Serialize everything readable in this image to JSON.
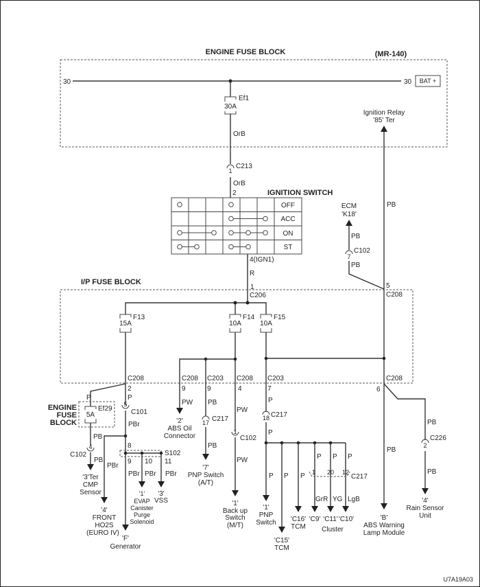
{
  "header": {
    "title": "ENGINE FUSE BLOCK",
    "model": "(MR-140)"
  },
  "engine_fuse_block": {
    "bus_left": "30",
    "bus_right": "30",
    "bat": "BAT +",
    "fuse_name": "Ef1",
    "fuse_rating": "30A",
    "wire": "OrB",
    "relay_line1": "Ignition Relay",
    "relay_line2": "'85' Ter",
    "relay_wire": "PB"
  },
  "c213": {
    "name": "C213",
    "pin": "1",
    "wire": "OrB",
    "switch_pin": "2"
  },
  "ignition_switch": {
    "title": "IGNITION SWITCH",
    "positions": [
      "OFF",
      "ACC",
      "ON",
      "ST"
    ],
    "output_pin": "4(IGN1)",
    "wire": "R"
  },
  "ecm": {
    "line1": "ECM",
    "line2": "'K18'",
    "wire_top": "PB",
    "connector": "C102",
    "pin": "7",
    "wire_bottom": "PB"
  },
  "ip_fuse_block": {
    "title": "I/P FUSE BLOCK",
    "c206_pin": "1",
    "c206": "C206",
    "c208_pin_right": "5",
    "c208_right": "C208",
    "fuses": [
      {
        "name": "F13",
        "rating": "15A"
      },
      {
        "name": "F14",
        "rating": "10A"
      },
      {
        "name": "F15",
        "rating": "10A"
      }
    ]
  },
  "outputs": {
    "f13": {
      "conn": "C208",
      "pin": "2",
      "wire": "P",
      "c101_pin": "5",
      "c101": "C101",
      "wire2": "PBr",
      "s102_in": "8",
      "s102": "S102",
      "s102_pins": [
        "9",
        "10",
        "11"
      ],
      "s102_wires": [
        "PBr",
        "PBr",
        "PBr"
      ],
      "ho2s_wire": "PBr",
      "ef29_wire": "P",
      "ef29_block": [
        "ENGINE",
        "FUSE",
        "BLOCK"
      ],
      "ef29_name": "Ef29",
      "ef29_rating": "5A",
      "ef29_wire2": "PB",
      "c102_pin": "4",
      "c102": "C102",
      "ef29_wire3": "PB",
      "cmp": [
        "'3'Ter",
        "CMP",
        "Sensor"
      ],
      "ho2s": [
        "'4'",
        "FRONT",
        "HO2S",
        "(EURO IV)"
      ],
      "generator": [
        "'F'",
        "Generator"
      ],
      "evap": [
        "'1'",
        "EVAP",
        "Canister",
        "Purge",
        "Solenoid"
      ],
      "vss": [
        "'3'",
        "VSS"
      ]
    },
    "f14": {
      "abs_conn": "C208",
      "abs_pin": "9",
      "abs_wire": "PW",
      "abs": [
        "'2'",
        "ABS Oil",
        "Connector"
      ],
      "pnp_conn": "C203",
      "pnp_pin": "9",
      "pnp_wire": "PB",
      "c217_pin": "17",
      "c217": "C217",
      "pnp_wire2": "PB",
      "pnp": [
        "'7'",
        "PNP Switch",
        "(A/T)"
      ],
      "backup_conn": "C208",
      "backup_pin": "4",
      "backup_wire": "PW",
      "c102_pin": "1",
      "c102": "C102",
      "backup_wire2": "PW",
      "backup": [
        "'1'",
        "Back up",
        "Switch",
        "(M/T)"
      ]
    },
    "f15": {
      "conn": "C203",
      "pin": "7",
      "wire": "P",
      "c217_pin": "18",
      "c217": "C217",
      "wire2": "P",
      "branch_wires": [
        "P",
        "P",
        "P",
        "P",
        "P",
        "P"
      ],
      "cluster_pins": [
        "1",
        "20",
        "12"
      ],
      "cluster_conn": "C217",
      "cluster_wires": [
        "GrR",
        "YG",
        "LgB"
      ],
      "pnp": [
        "'1'",
        "PNP",
        "Switch"
      ],
      "c15": [
        "'C15'",
        "TCM"
      ],
      "c16": [
        "'C16'",
        "TCM"
      ],
      "cluster_terms": [
        "'C9'",
        "'C11'",
        "'C10'"
      ],
      "cluster": "Cluster"
    },
    "abs_lamp": {
      "conn": "C208",
      "pin": "6",
      "wire": "PB",
      "labels": [
        "'B'",
        "ABS Warning",
        "Lamp Module"
      ]
    },
    "rain": {
      "wire": "PB",
      "connector": "C226",
      "pin": "2",
      "wire2": "PB",
      "labels": [
        "'4'",
        "Rain Sensor",
        "Unit"
      ]
    }
  },
  "figure_id": "U7A19A03"
}
